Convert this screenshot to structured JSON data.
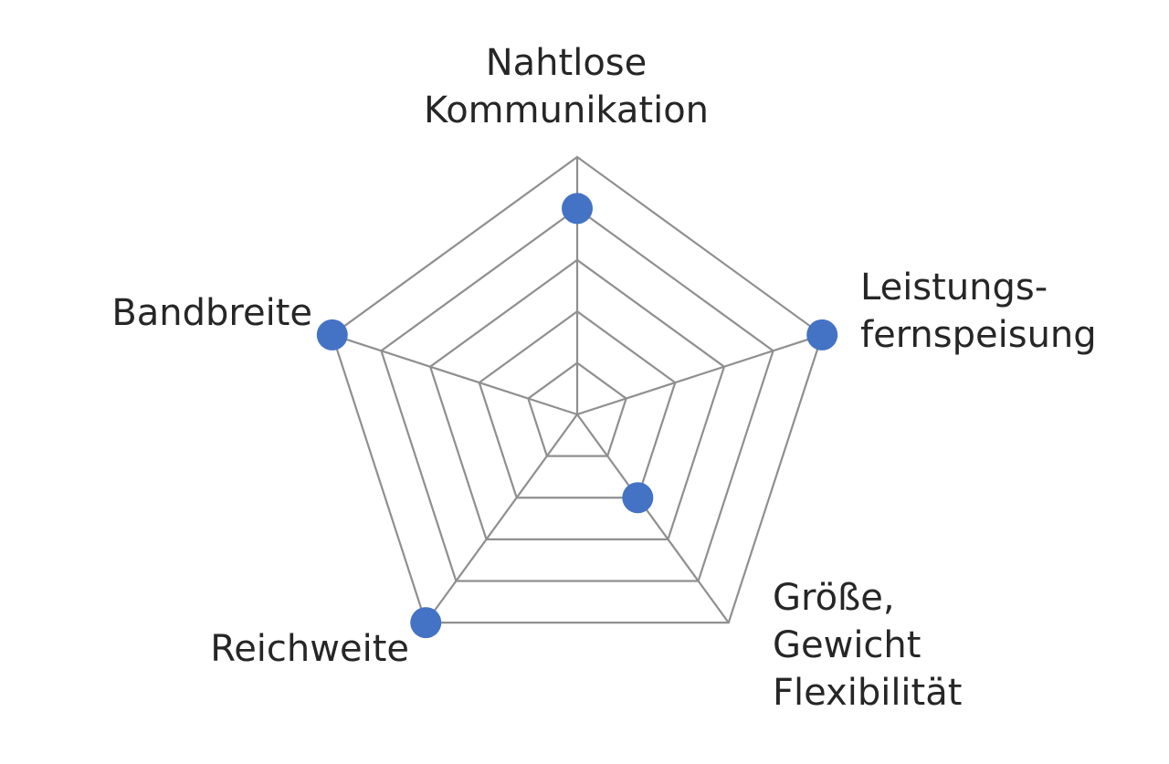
{
  "chart_data": {
    "type": "radar",
    "axes": [
      {
        "label": [
          "Nahtlose",
          "Kommunikation"
        ]
      },
      {
        "label": [
          "Leistungs-",
          "fernspeisung"
        ]
      },
      {
        "label": [
          "Größe,",
          "Gewicht",
          "Flexibilität"
        ]
      },
      {
        "label": [
          "Reichweite"
        ]
      },
      {
        "label": [
          "Bandbreite"
        ]
      }
    ],
    "values": [
      4,
      5,
      2,
      5,
      5
    ],
    "rlim": [
      0,
      5
    ],
    "rings": 5,
    "grid": true,
    "legend": false,
    "marker_color": "#4472c4",
    "grid_color": "#8f8f8f"
  }
}
